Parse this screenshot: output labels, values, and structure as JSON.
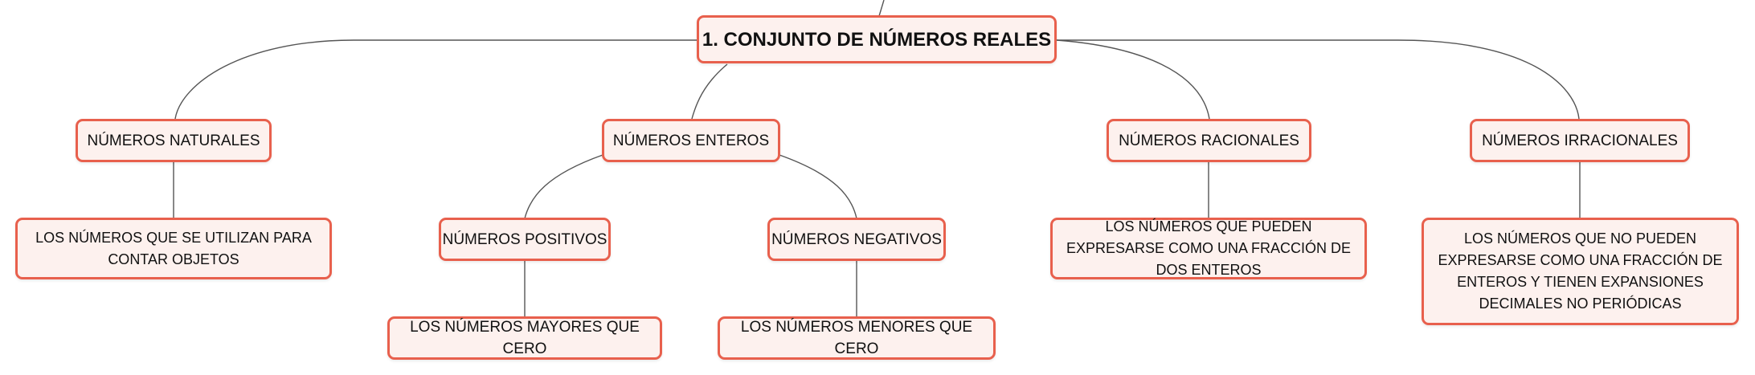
{
  "map": {
    "root": "1. CONJUNTO DE NÚMEROS REALES",
    "branches": [
      {
        "title": "NÚMEROS NATURALES",
        "description": "LOS NÚMEROS QUE SE UTILIZAN PARA CONTAR OBJETOS"
      },
      {
        "title": "NÚMEROS ENTEROS",
        "children": [
          {
            "title": "NÚMEROS POSITIVOS",
            "description": "LOS NÚMEROS MAYORES QUE CERO"
          },
          {
            "title": "NÚMEROS NEGATIVOS",
            "description": "LOS NÚMEROS MENORES QUE CERO"
          }
        ]
      },
      {
        "title": "NÚMEROS RACIONALES",
        "description": "LOS NÚMEROS QUE PUEDEN EXPRESARSE COMO UNA FRACCIÓN DE DOS ENTEROS"
      },
      {
        "title": "NÚMEROS IRRACIONALES",
        "description": "LOS NÚMEROS QUE NO PUEDEN EXPRESARSE COMO UNA FRACCIÓN DE ENTEROS Y TIENEN EXPANSIONES DECIMALES NO PERIÓDICAS"
      }
    ]
  },
  "colors": {
    "node_border": "#e8604d",
    "node_fill": "#fdf1ee",
    "connector": "#555555",
    "text": "#111111"
  }
}
